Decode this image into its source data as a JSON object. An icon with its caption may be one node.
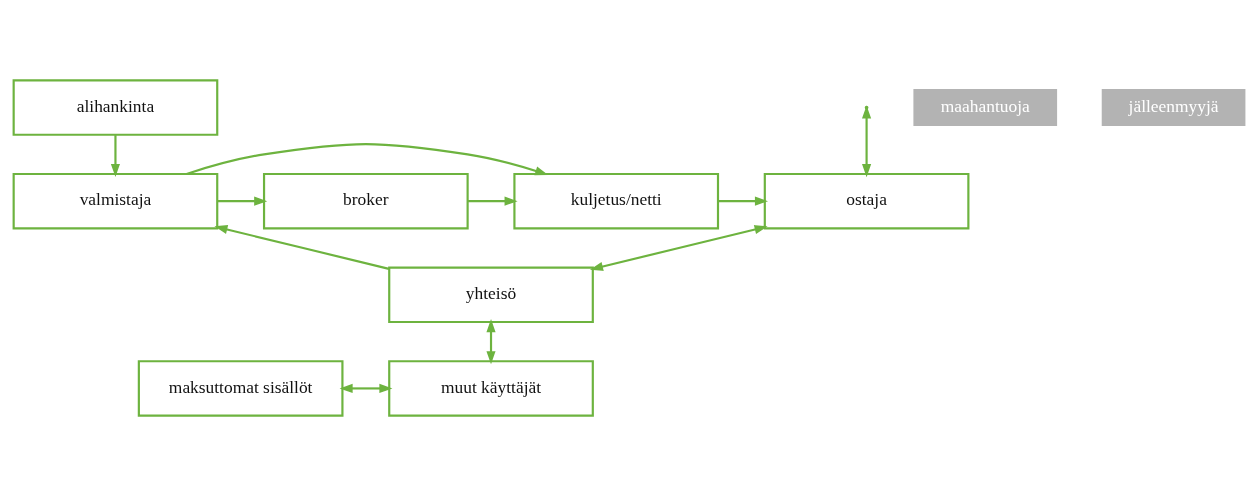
{
  "diagram": {
    "nodes": [
      {
        "text": [
          "alihankinta"
        ]
      },
      {
        "text": [
          "maahantuoja"
        ]
      },
      {
        "text": [
          "jälleenmyyjä"
        ]
      },
      {
        "text": [
          "valmistaja"
        ]
      },
      {
        "text": [
          "broker"
        ]
      },
      {
        "text": [
          "kuljetus/netti"
        ]
      },
      {
        "text": [
          "ostaja"
        ]
      },
      {
        "text": [
          "yhteisö"
        ]
      },
      {
        "text": [
          "maksuttomat sisällöt"
        ]
      },
      {
        "text": [
          "muut käyttäjät"
        ]
      }
    ],
    "edges": [
      {
        "from": 0,
        "to": 3,
        "arrow": "to"
      },
      {
        "from": 3,
        "to": 4,
        "arrow": "to"
      },
      {
        "from": 4,
        "to": 5,
        "arrow": "to"
      },
      {
        "from": 5,
        "to": 6,
        "arrow": "to"
      },
      {
        "from": 3,
        "to": 5,
        "arrow": "to"
      },
      {
        "from": null,
        "to": 6,
        "arrow": "both"
      },
      {
        "from": 6,
        "to": 7,
        "arrow": "both"
      },
      {
        "from": 7,
        "to": 3,
        "arrow": "to"
      },
      {
        "from": 7,
        "to": 9,
        "arrow": "both"
      },
      {
        "from": 8,
        "to": 9,
        "arrow": "both"
      }
    ]
  }
}
